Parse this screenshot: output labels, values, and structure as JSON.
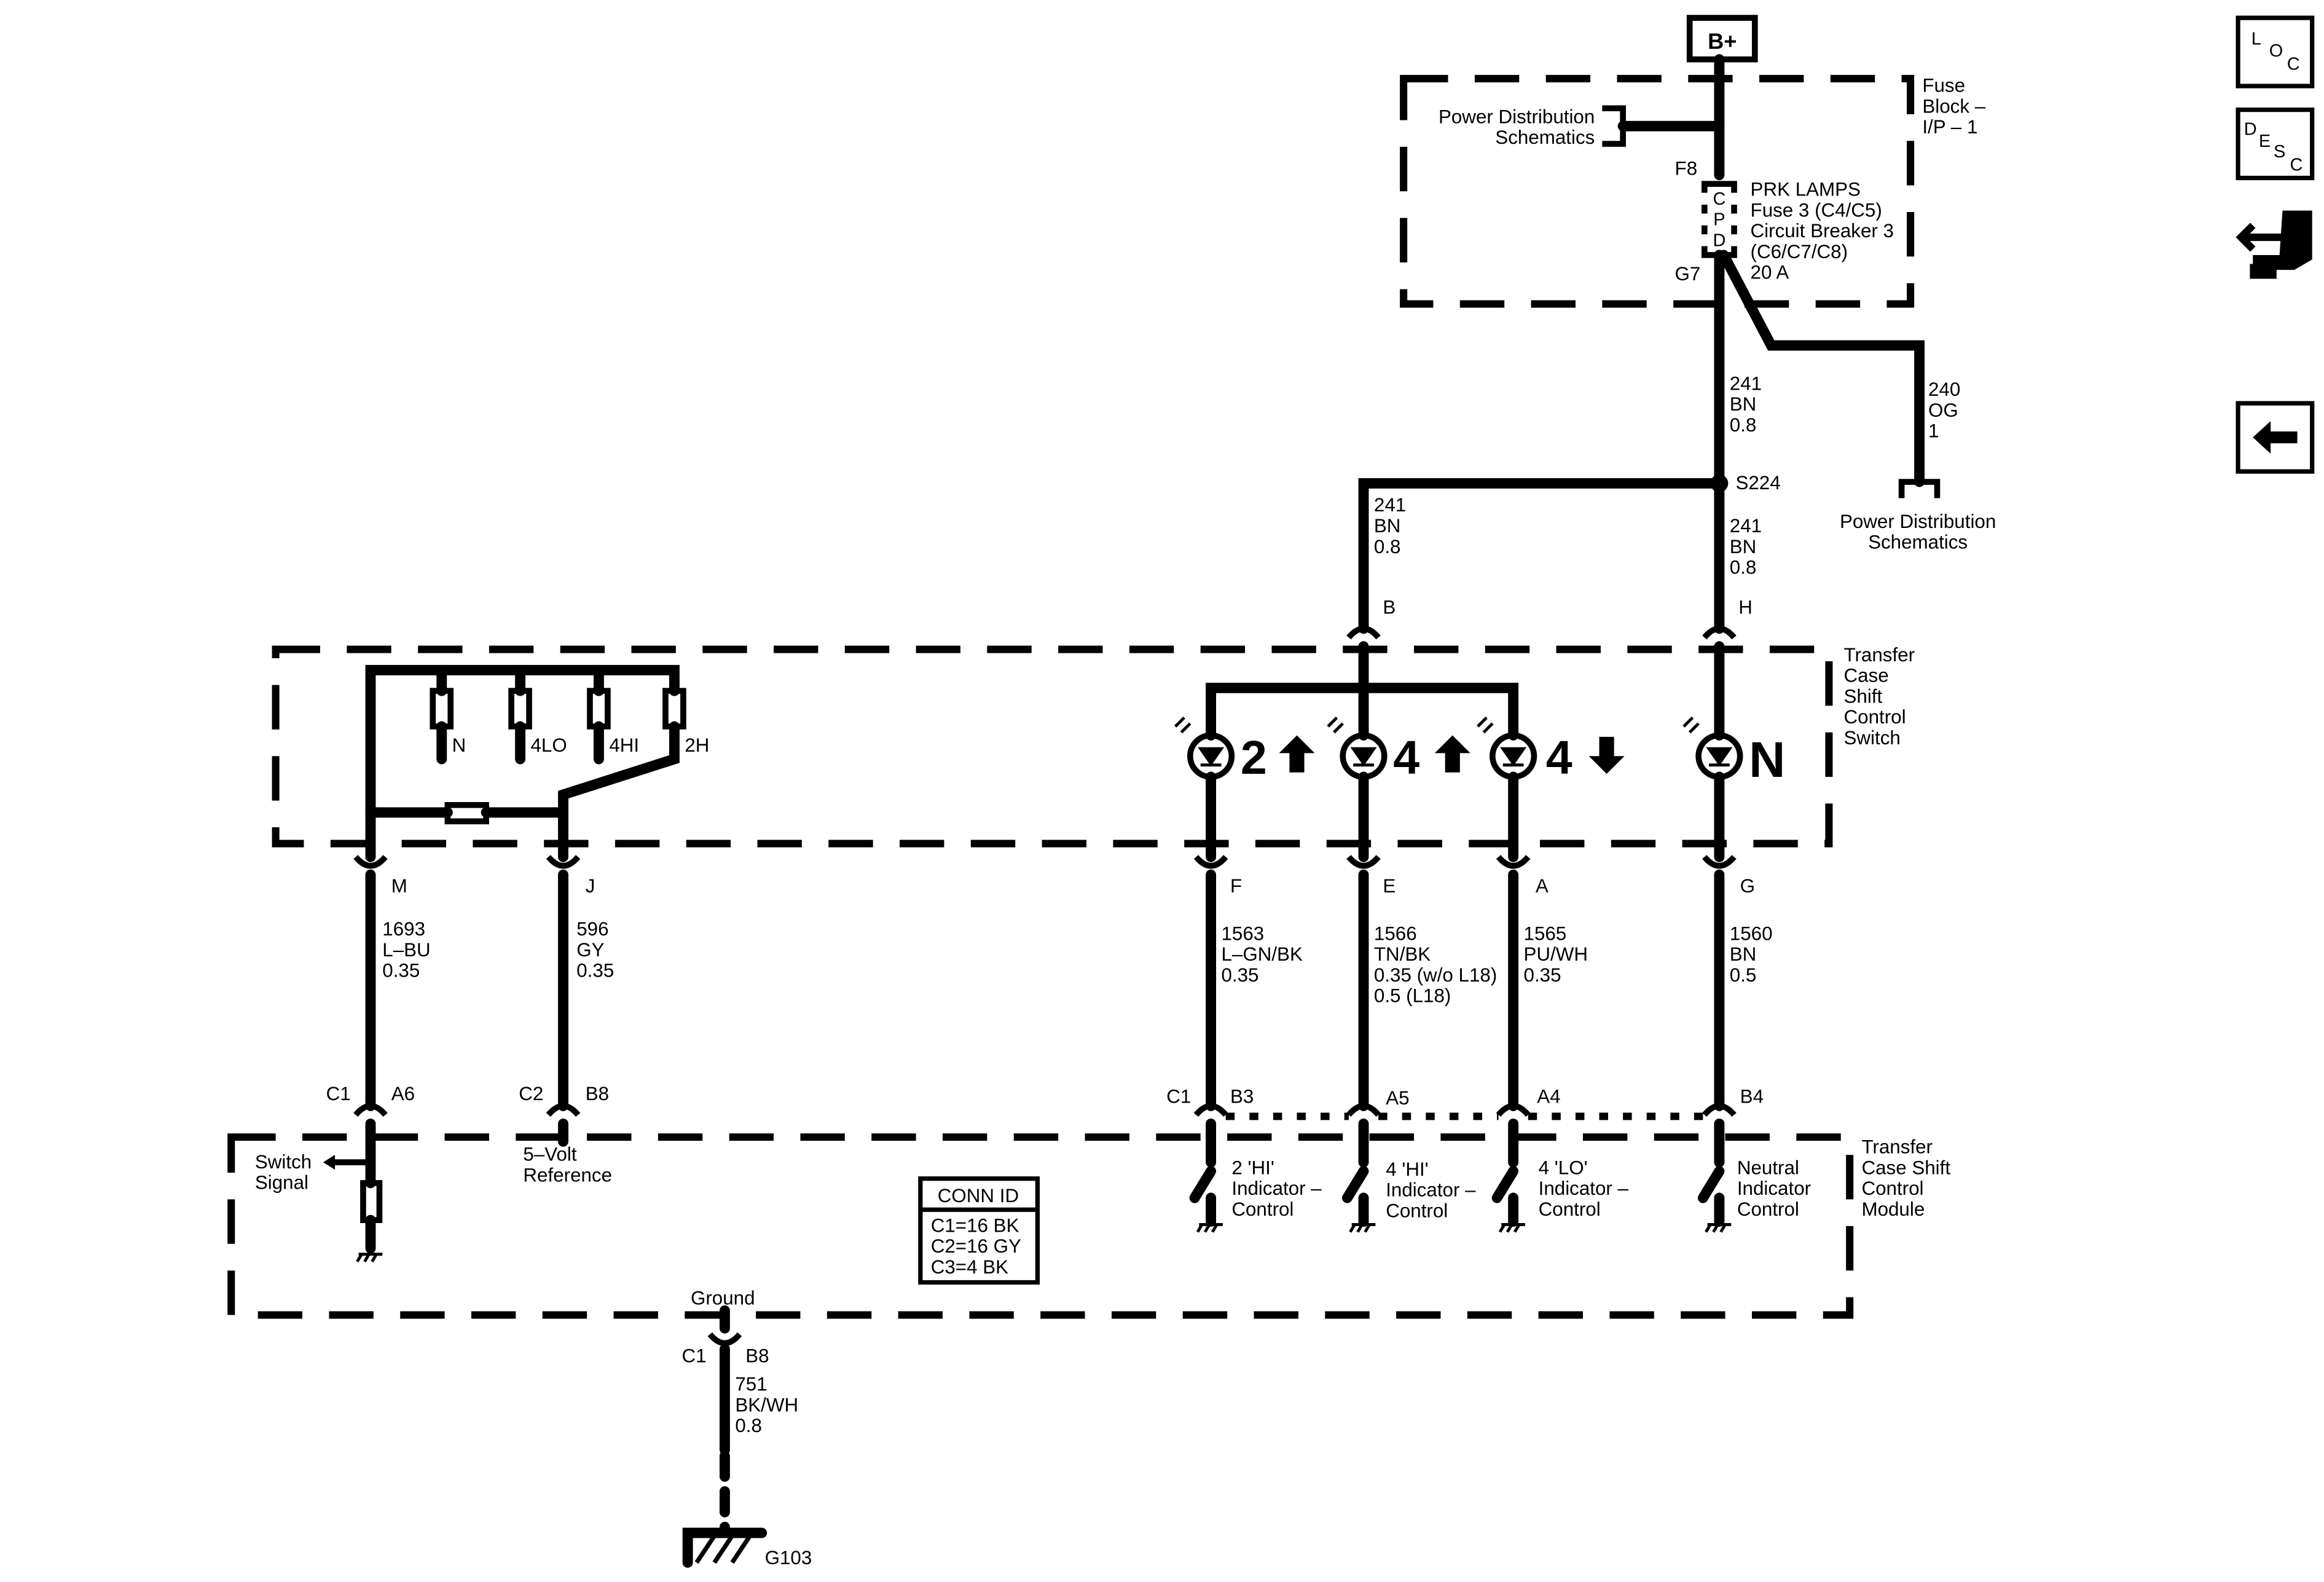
{
  "supply": {
    "label": "B+"
  },
  "fuse_block": {
    "name": "Fuse Block – I/P – 1",
    "name_lines": [
      "Fuse",
      "Block –",
      "I/P – 1"
    ],
    "pds_lines": [
      "Power Distribution",
      "Schematics"
    ],
    "in_pin": "F8",
    "out_pin": "G7",
    "cpd_letters": [
      "C",
      "P",
      "D"
    ],
    "fuse_lines": [
      "PRK LAMPS",
      "Fuse 3 (C4/C5)",
      "Circuit Breaker 3",
      "(C6/C7/C8)",
      "20 A"
    ]
  },
  "wires": {
    "w241_top": [
      "241",
      "BN",
      "0.8"
    ],
    "w240": [
      "240",
      "OG",
      "1"
    ],
    "w241_left": [
      "241",
      "BN",
      "0.8"
    ],
    "w241_right": [
      "241",
      "BN",
      "0.8"
    ],
    "w1693": [
      "1693",
      "L–BU",
      "0.35"
    ],
    "w596": [
      "596",
      "GY",
      "0.35"
    ],
    "w1563": [
      "1563",
      "L–GN/BK",
      "0.35"
    ],
    "w1566": [
      "1566",
      "TN/BK",
      "0.35 (w/o L18)",
      "0.5 (L18)"
    ],
    "w1565": [
      "1565",
      "PU/WH",
      "0.35"
    ],
    "w1560": [
      "1560",
      "BN",
      "0.5"
    ],
    "w751": [
      "751",
      "BK/WH",
      "0.8"
    ]
  },
  "pds_bottom_lines": [
    "Power Distribution",
    "Schematics"
  ],
  "splice": {
    "label": "S224"
  },
  "switch_module": {
    "name_lines": [
      "Transfer",
      "Case",
      "Shift",
      "Control",
      "Switch"
    ],
    "top_pins": [
      "B",
      "H"
    ],
    "bottom_pins": [
      "M",
      "J",
      "F",
      "E",
      "A",
      "G"
    ],
    "resistor_labels": [
      "N",
      "4LO",
      "4HI",
      "2H"
    ],
    "indicators": [
      "2",
      "4",
      "4",
      "N"
    ]
  },
  "control_module": {
    "name_lines": [
      "Transfer",
      "Case Shift",
      "Control",
      "Module"
    ],
    "pins": [
      {
        "conn": "C1",
        "pin": "A6"
      },
      {
        "conn": "C2",
        "pin": "B8"
      },
      {
        "conn": "C1",
        "pin": "B3"
      },
      {
        "conn": "",
        "pin": "A5"
      },
      {
        "conn": "",
        "pin": "A4"
      },
      {
        "conn": "",
        "pin": "B4"
      }
    ],
    "switch_signal_lines": [
      "Switch",
      "Signal"
    ],
    "five_volt_lines": [
      "5–Volt",
      "Reference"
    ],
    "outputs": [
      [
        "2 'HI'",
        "Indicator –",
        "Control"
      ],
      [
        "4 'HI'",
        "Indicator –",
        "Control"
      ],
      [
        "4 'LO'",
        "Indicator –",
        "Control"
      ],
      [
        "Neutral",
        "Indicator",
        "Control"
      ]
    ],
    "conn_id": {
      "title": "CONN ID",
      "lines": [
        "C1=16 BK",
        "C2=16 GY",
        "C3=4 BK"
      ]
    },
    "ground_label": "Ground",
    "ground_conn": "C1",
    "ground_pin": "B8"
  },
  "ground": {
    "label": "G103"
  },
  "side_nav": {
    "loc": [
      "L",
      "O",
      "C"
    ],
    "desc": [
      "D",
      "E",
      "S",
      "C"
    ],
    "icons": [
      "connector-icon",
      "back-arrow-icon"
    ]
  }
}
